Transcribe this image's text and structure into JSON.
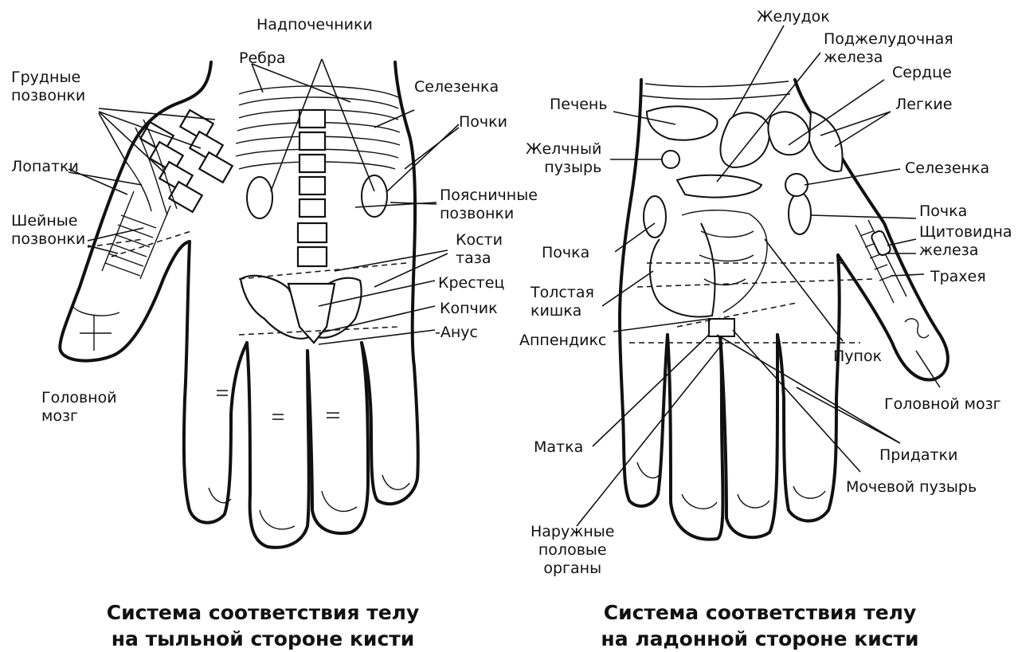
{
  "back_hand": {
    "labels": {
      "adrenals": "Надпочечники",
      "ribs": "Ребра",
      "thoracic_vertebrae": "Грудные\nпозвонки",
      "spleen": "Селезенка",
      "kidneys": "Почки",
      "scapulae": "Лопатки",
      "lumbar_vertebrae": "Поясничные\nпозвонки",
      "cervical_vertebrae": "Шейные\nпозвонки",
      "pelvic_bones": "Кости\nтаза",
      "sacrum": "Крестец",
      "coccyx": "Копчик",
      "anus": "-Анус",
      "brain": "Головной\nмозг"
    },
    "caption": "Система соответствия телу\nна тыльной стороне кисти"
  },
  "palm_hand": {
    "labels": {
      "stomach": "Желудок",
      "pancreas": "Поджелудочная\nжелеза",
      "heart": "Сердце",
      "liver": "Печень",
      "lungs": "Легкие",
      "gallbladder": "Желчный\nпузырь",
      "spleen": "Селезенка",
      "kidney_right": "Почка",
      "thyroid": "Щитовидна\nжелеза",
      "kidney_left": "Почка",
      "trachea": "Трахея",
      "colon": "Толстая\nкишка",
      "appendix": "Аппендикс",
      "navel": "Пупок",
      "brain": "Головной мозг",
      "uterus": "Матка",
      "adnexa": "Придатки",
      "bladder": "Мочевой пузырь",
      "genitals": "Наружные\nполовые\nорганы"
    },
    "caption": "Система соответствия телу\nна ладонной стороне кисти"
  }
}
